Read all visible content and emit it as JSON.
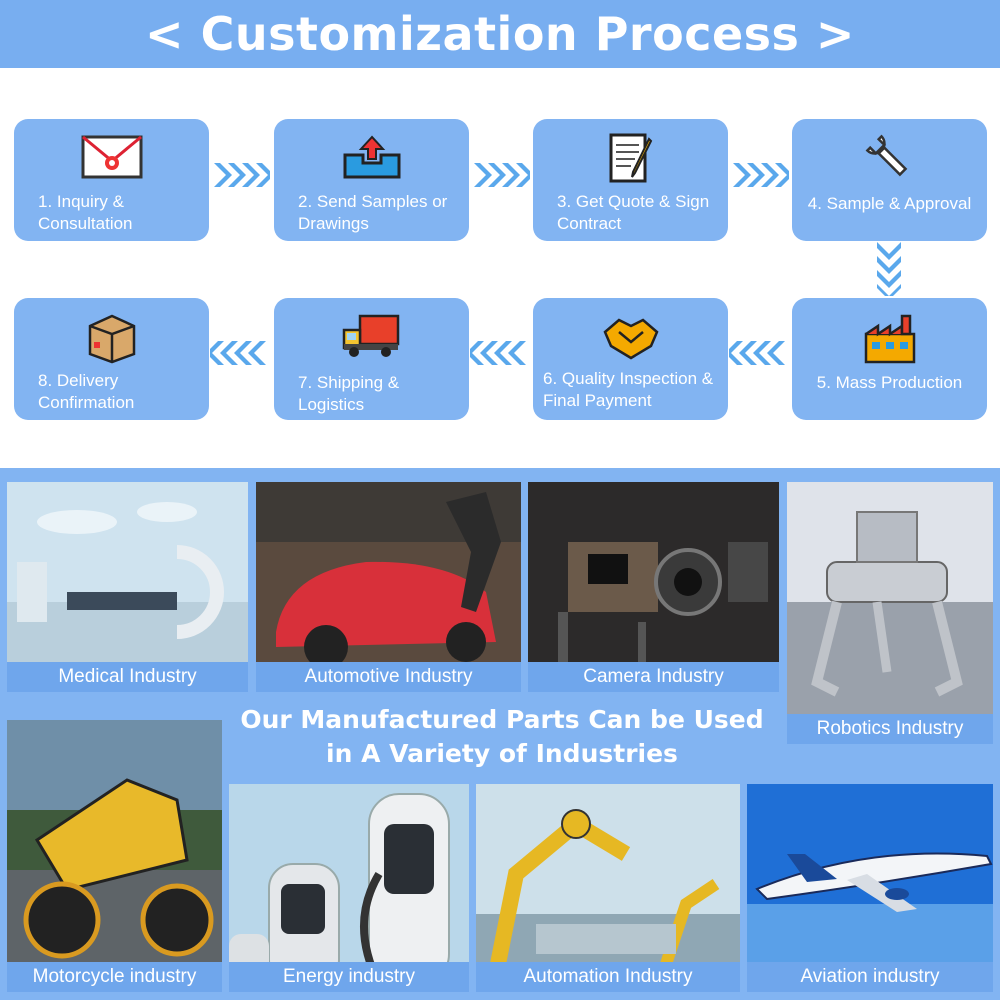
{
  "header": {
    "title": "< Customization Process >"
  },
  "process": {
    "steps": [
      {
        "label": "1. Inquiry & Consultation",
        "icon": "envelope-icon"
      },
      {
        "label": "2. Send Samples or Drawings",
        "icon": "upload-tray-icon"
      },
      {
        "label": "3. Get Quote & Sign Contract",
        "icon": "contract-icon"
      },
      {
        "label": "4. Sample & Approval",
        "icon": "wrench-icon"
      },
      {
        "label": "5. Mass Production",
        "icon": "factory-icon"
      },
      {
        "label": "6. Quality Inspection & Final Payment",
        "icon": "handshake-icon"
      },
      {
        "label": "7. Shipping & Logistics",
        "icon": "truck-icon"
      },
      {
        "label": "8. Delivery Confirmation",
        "icon": "package-icon"
      }
    ]
  },
  "industries": {
    "tagline": "Our Manufactured Parts Can be Used in A Variety of Industries",
    "items": [
      "Medical Industry",
      "Automotive Industry",
      "Camera Industry",
      "Robotics Industry",
      "Motorcycle industry",
      "Energy industry",
      "Automation Industry",
      "Aviation industry"
    ]
  },
  "colors": {
    "header": "#78aef0",
    "card": "#82b4f2",
    "arrow": "#5aa8ec",
    "section": "#82b4f2"
  }
}
